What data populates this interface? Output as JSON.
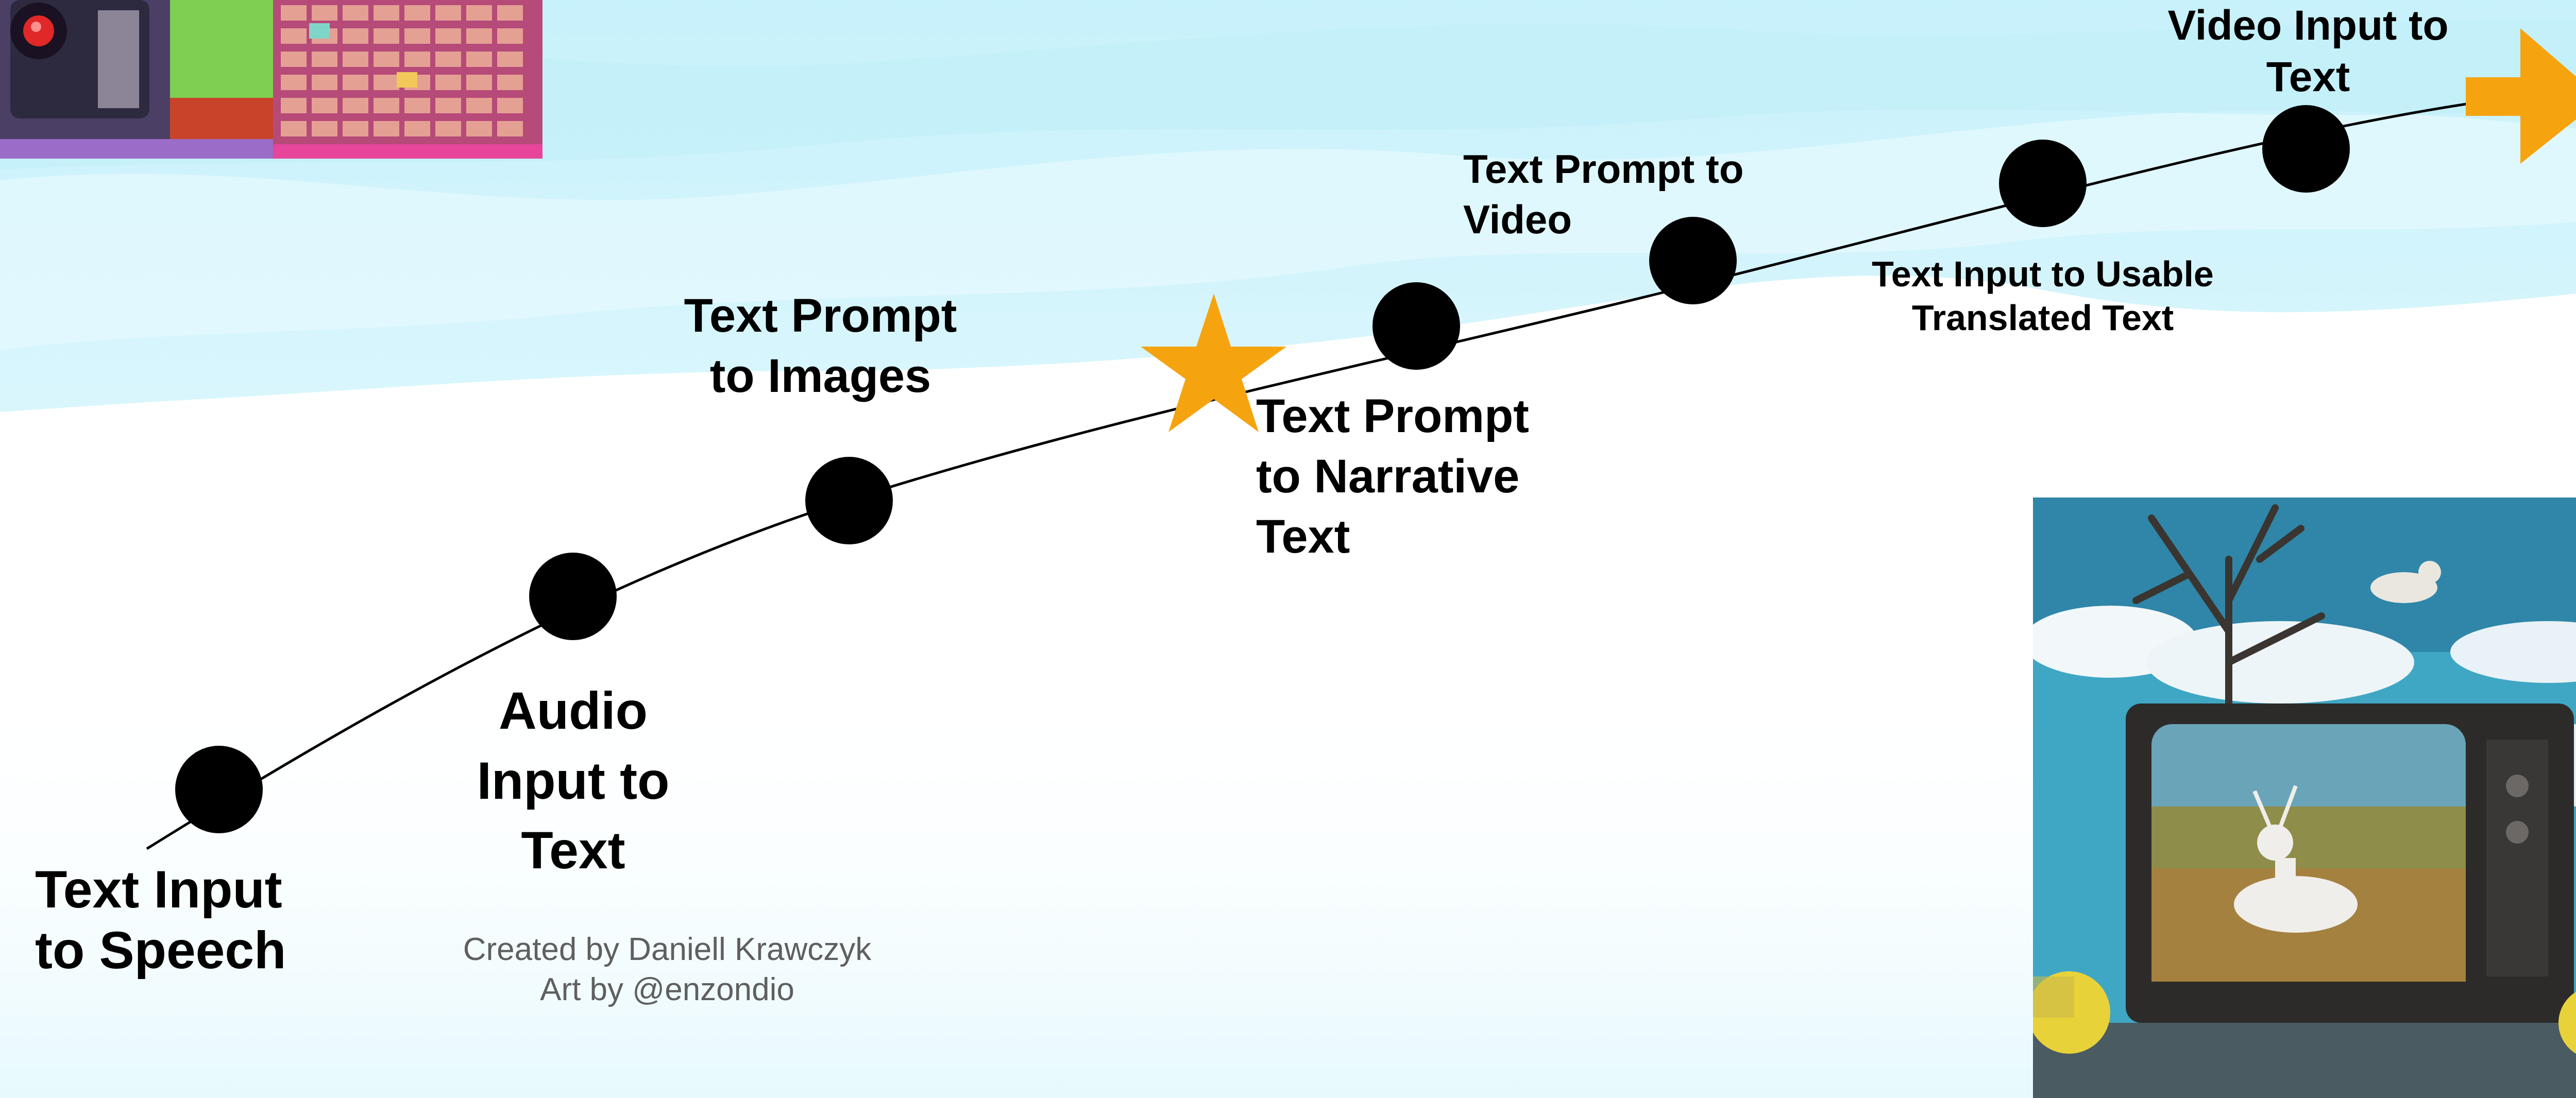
{
  "milestones": [
    {
      "label": "Text Input to Speech",
      "marker": "dot"
    },
    {
      "label": "Audio Input to Text",
      "marker": "dot"
    },
    {
      "label": "Text Prompt to Images",
      "marker": "dot"
    },
    {
      "label": "",
      "marker": "star"
    },
    {
      "label": "Text Prompt to Narrative Text",
      "marker": "dot"
    },
    {
      "label": "Text Prompt to Video",
      "marker": "dot"
    },
    {
      "label": "Text Input to Usable Translated Text",
      "marker": "dot"
    },
    {
      "label": "Video Input to Text",
      "marker": "dot"
    }
  ],
  "credits": {
    "line1": "Created by Daniell Krawczyk",
    "line2": "Art by @enzondio"
  },
  "colors": {
    "sky_top": "#cdf2fb",
    "sky_mid": "#e3f8fd",
    "curve": "#000000",
    "dot": "#000000",
    "star": "#f5a40f",
    "arrow": "#f5a40f",
    "credits_text": "#5f5f5f"
  },
  "icons": {
    "current_marker": "star-icon",
    "end_marker": "arrow-right-icon"
  }
}
